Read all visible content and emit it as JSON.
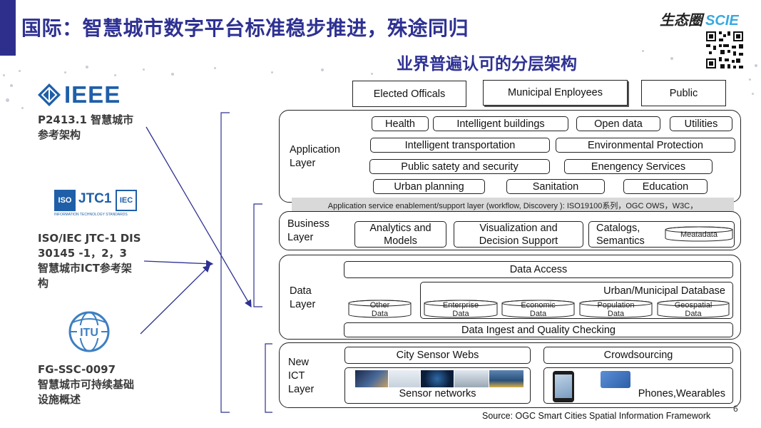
{
  "title": "国际：智慧城市数字平台标准稳步推进，殊途同归",
  "subtitle": "业界普遍认可的分层架构",
  "brand": {
    "name": "生态圈",
    "suffix": "SCIE"
  },
  "orgs": [
    {
      "logo_text": "IEEE",
      "desc_lines": [
        "P2413.1 智慧城市",
        "参考架构"
      ]
    },
    {
      "logo_text": "ISO JTC1 IEC",
      "logo_sub": "INFORMATION TECHNOLOGY STANDARDS",
      "desc_lines": [
        "ISO/IEC JTC-1  DIS",
        "30145 -1，2，3",
        "智慧城市ICT参考架",
        "构"
      ]
    },
    {
      "logo_text": "ITU",
      "desc_lines": [
        "FG-SSC-0097",
        "智慧城市可持续基础",
        "设施概述"
      ]
    }
  ],
  "stakeholders": [
    "Elected Officals",
    "Municipal Enployees",
    "Public"
  ],
  "application": {
    "label_lines": [
      "Application",
      "Layer"
    ],
    "row1": [
      "Health",
      "Intelligent buildings",
      "Open data",
      "Utilities"
    ],
    "row2": [
      "Intelligent transportation",
      "Environmental Protection"
    ],
    "row3": [
      "Public satety and security",
      "Enengency Services"
    ],
    "row4": [
      "Urban planning",
      "Sanitation",
      "Education"
    ]
  },
  "support_band": "Application service enablement/support layer (workflow, Discovery ): ISO19100系列，OGC OWS，W3C，",
  "business": {
    "label_lines": [
      "Business",
      "Layer"
    ],
    "boxes": [
      [
        "Analytics and",
        "Models"
      ],
      [
        "Visualization and",
        "Decision Support"
      ],
      [
        "Catalogs,",
        "Semantics"
      ]
    ],
    "metadata": "Meatadata"
  },
  "data": {
    "label_lines": [
      "Data",
      "Layer"
    ],
    "access": "Data Access",
    "db_title": "Urban/Municipal Database",
    "cylinders": [
      [
        "Other",
        "Data"
      ],
      [
        "Enterprise",
        "Data"
      ],
      [
        "Economic",
        "Data"
      ],
      [
        "Population",
        "Data"
      ],
      [
        "Geospatial",
        "Data"
      ]
    ],
    "ingest": "Data Ingest and Quality Checking"
  },
  "ict": {
    "label_lines": [
      "New",
      "ICT",
      "Layer"
    ],
    "sensor_webs": "City Sensor Webs",
    "crowdsourcing": "Crowdsourcing",
    "sensor_networks": "Sensor networks",
    "phones": "Phones,Wearables"
  },
  "source": "Source: OGC Smart Cities Spatial Information Framework",
  "page_number": "6",
  "colors": {
    "title": "#2e3192",
    "accent_bar": "#2e2f8c",
    "band": "#d9d9d9",
    "arrow": "#2e3192"
  }
}
